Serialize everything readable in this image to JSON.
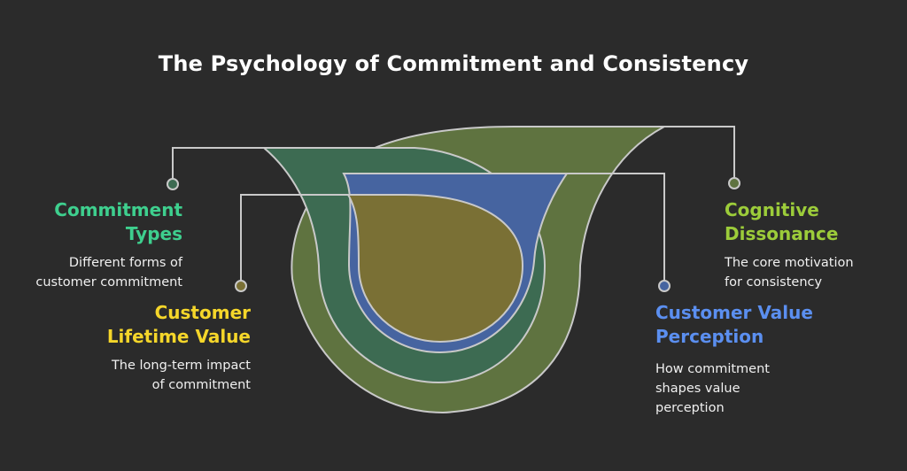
{
  "title": "The Psychology of Commitment and Consistency",
  "items": [
    {
      "label_lines": [
        "Commitment",
        "Types"
      ],
      "desc_lines": [
        "Different forms of",
        "customer commitment"
      ],
      "color": "#3ecf8e"
    },
    {
      "label_lines": [
        "Customer",
        "Lifetime Value"
      ],
      "desc_lines": [
        "The long-term impact",
        "of commitment"
      ],
      "color": "#f5d62a"
    },
    {
      "label_lines": [
        "Cognitive",
        "Dissonance"
      ],
      "desc_lines": [
        "The core motivation",
        "for consistency"
      ],
      "color": "#9ccc3a"
    },
    {
      "label_lines": [
        "Customer Value",
        "Perception"
      ],
      "desc_lines": [
        "How commitment",
        "shapes value",
        "perception"
      ],
      "color": "#5b8ff0"
    }
  ],
  "shape_colors": {
    "outer": "#5f7340",
    "second": "#3d6b52",
    "third": "#4664a0",
    "inner": "#7a7035",
    "line": "#c9c9c9"
  }
}
